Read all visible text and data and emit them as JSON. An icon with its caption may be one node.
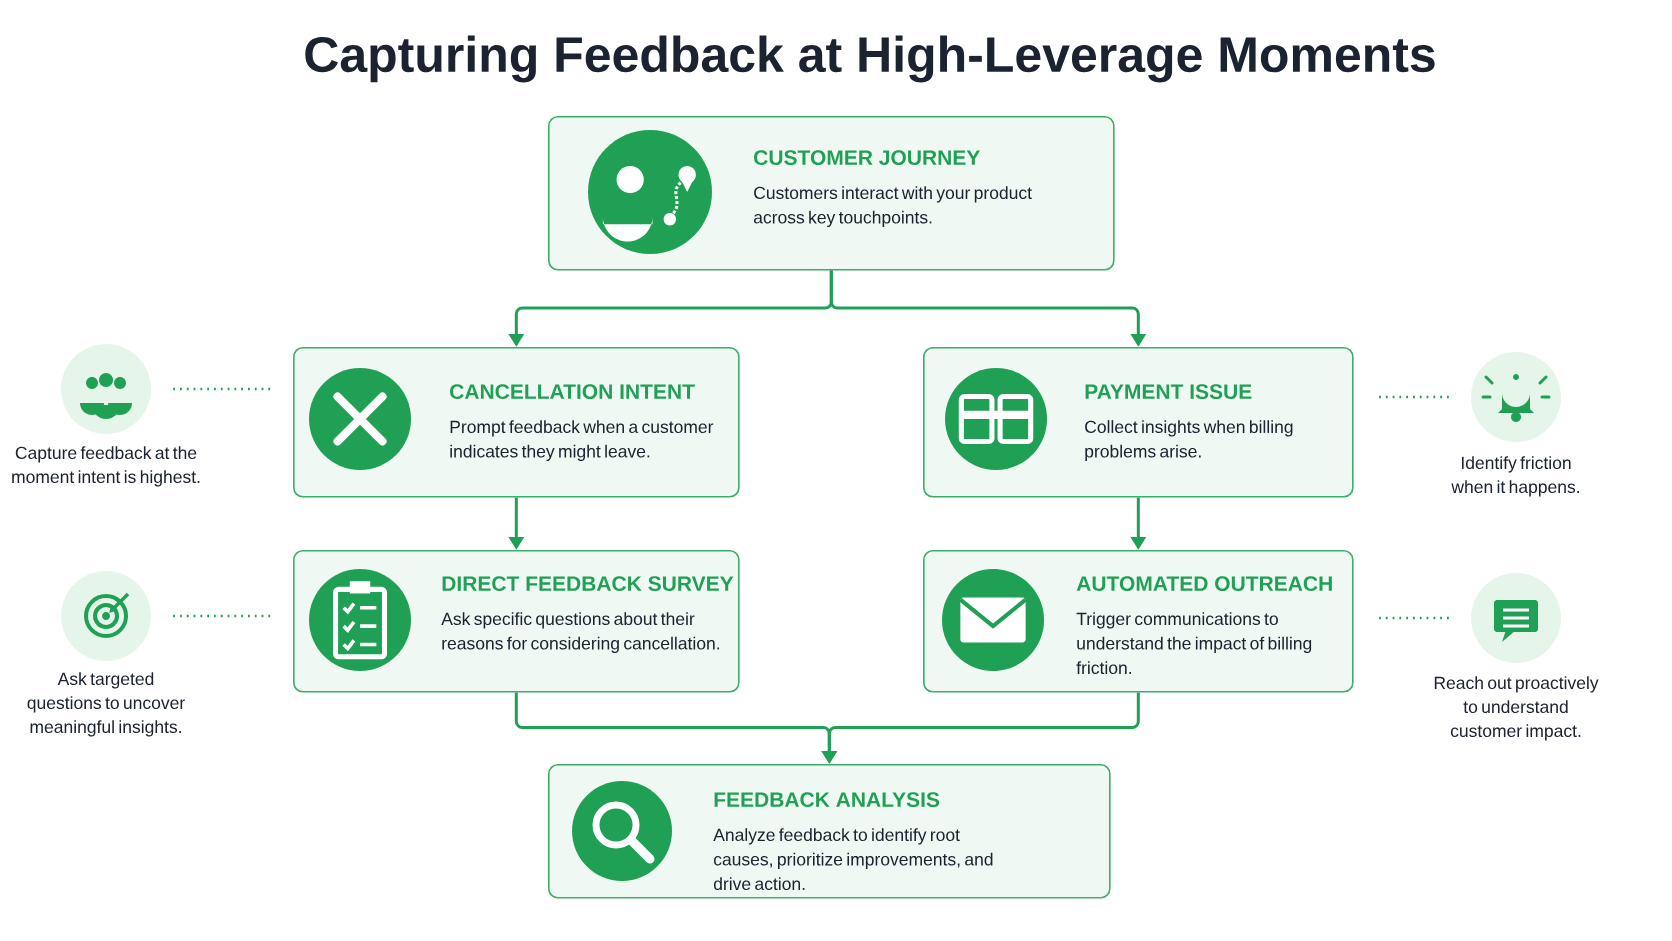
{
  "diagram": {
    "title": "Capturing Feedback at High-Leverage Moments",
    "nodes": [
      {
        "text": [
          "CUSTOMER JOURNEY",
          "Customers interact with your product across key touchpoints."
        ]
      },
      {
        "text": [
          "CANCELLATION INTENT",
          "Prompt feedback when a customer indicates they might leave."
        ]
      },
      {
        "text": [
          "PAYMENT ISSUE",
          "Collect insights when billing problems arise."
        ]
      },
      {
        "text": [
          "DIRECT FEEDBACK SURVEY",
          "Ask specific questions about their reasons for considering cancellation."
        ]
      },
      {
        "text": [
          "AUTOMATED OUTREACH",
          "Trigger communications to understand the impact of billing friction."
        ]
      },
      {
        "text": [
          "FEEDBACK ANALYSIS",
          "Analyze feedback to identify root causes, prioritize improvements, and drive action."
        ]
      },
      {
        "text": [],
        "shape": "circle",
        "beside": [
          "Capture feedback at the moment intent is highest."
        ]
      },
      {
        "text": [],
        "shape": "circle",
        "beside": [
          "Ask targeted questions to uncover meaningful insights."
        ]
      },
      {
        "text": [],
        "shape": "circle",
        "beside": [
          "Identify friction when it happens."
        ]
      },
      {
        "text": [],
        "shape": "circle",
        "beside": [
          "Reach out proactively to understand customer impact."
        ]
      }
    ],
    "edges": [
      {
        "from": 0,
        "to": 1,
        "arrow": "to"
      },
      {
        "from": 0,
        "to": 2,
        "arrow": "to"
      },
      {
        "from": 1,
        "to": 3,
        "arrow": "to"
      },
      {
        "from": 2,
        "to": 4,
        "arrow": "to"
      },
      {
        "from": 3,
        "to": 5,
        "arrow": "to"
      },
      {
        "from": 4,
        "to": 5,
        "arrow": "to"
      },
      {
        "from": 6,
        "to": 1,
        "arrow": "none",
        "style": "dashed"
      },
      {
        "from": 7,
        "to": 3,
        "arrow": "none",
        "style": "dashed"
      },
      {
        "from": 8,
        "to": 2,
        "arrow": "none",
        "style": "dashed"
      },
      {
        "from": 9,
        "to": 4,
        "arrow": "none",
        "style": "dashed"
      }
    ]
  }
}
